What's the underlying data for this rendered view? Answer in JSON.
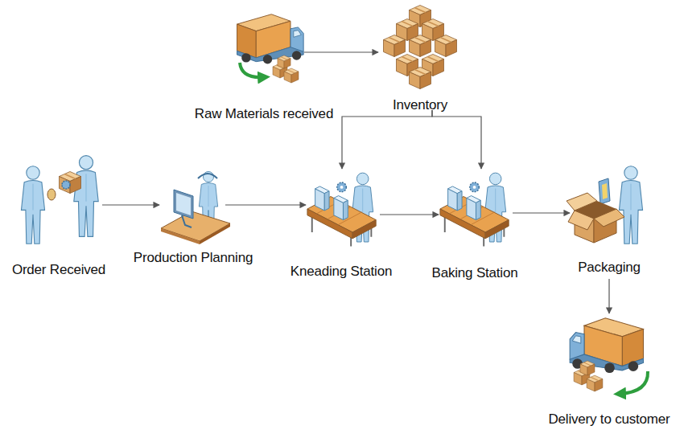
{
  "diagram": {
    "nodes": [
      {
        "text": [
          "Raw Materials received"
        ]
      },
      {
        "text": [
          "Inventory"
        ]
      },
      {
        "text": [
          "Order Received"
        ]
      },
      {
        "text": [
          "Production Planning"
        ]
      },
      {
        "text": [
          "Kneading Station"
        ]
      },
      {
        "text": [
          "Baking Station"
        ]
      },
      {
        "text": [
          "Packaging"
        ]
      },
      {
        "text": [
          "Delivery to customer"
        ]
      }
    ],
    "edges": [
      {
        "from": 0,
        "to": 1,
        "arrow": "to"
      },
      {
        "from": 1,
        "to": 4,
        "arrow": "to"
      },
      {
        "from": 1,
        "to": 5,
        "arrow": "to"
      },
      {
        "from": 2,
        "to": 3,
        "arrow": "to"
      },
      {
        "from": 3,
        "to": 4,
        "arrow": "to"
      },
      {
        "from": 4,
        "to": 5,
        "arrow": "to"
      },
      {
        "from": 5,
        "to": 6,
        "arrow": "to"
      },
      {
        "from": 6,
        "to": 7,
        "arrow": "to"
      }
    ]
  }
}
